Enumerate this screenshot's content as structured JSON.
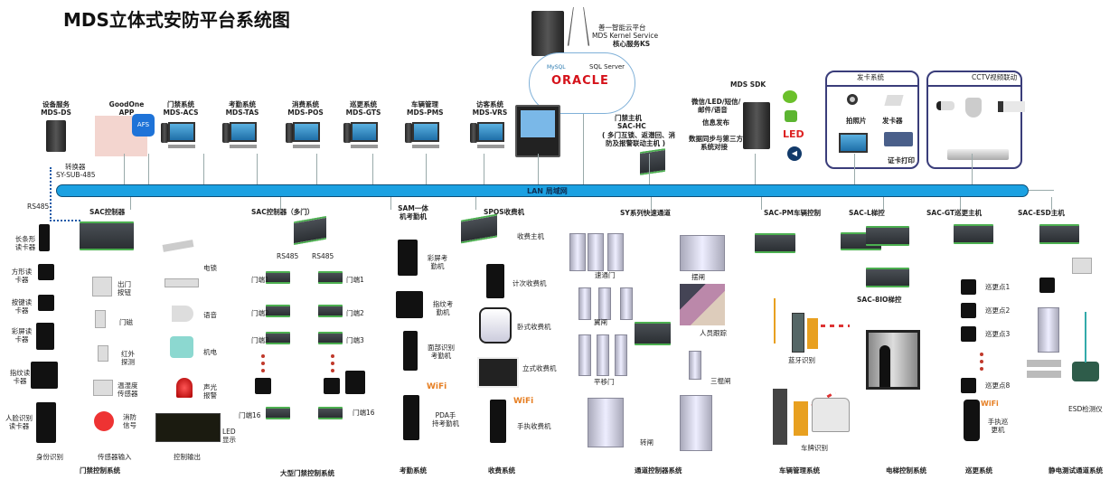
{
  "title": "MDS立体式安防平台系统图",
  "kernel": {
    "l1": "善一智能云平台",
    "l2": "MDS Kernel Service",
    "l3": "核心服务KS",
    "db1": "MySQL",
    "db2": "SQL Server",
    "db3": "ORACLE"
  },
  "top": [
    {
      "a": "设备服务",
      "b": "MDS-DS"
    },
    {
      "a": "GoodOne",
      "b": "APP"
    },
    {
      "a": "门禁系统",
      "b": "MDS-ACS"
    },
    {
      "a": "考勤系统",
      "b": "MDS-TAS"
    },
    {
      "a": "消费系统",
      "b": "MDS-POS"
    },
    {
      "a": "巡更系统",
      "b": "MDS-GTS"
    },
    {
      "a": "车辆管理",
      "b": "MDS-PMS"
    },
    {
      "a": "访客系统",
      "b": "MDS-VRS"
    }
  ],
  "app_badge": "AFS",
  "converter": {
    "a": "转换器",
    "b": "SY-SUB-485"
  },
  "hc": {
    "a": "门禁主机",
    "b": "SAC-HC",
    "c": "( 多门互锁、返潜回、消",
    "d": "防及报警联动主机 )"
  },
  "sdk": {
    "title": "MDS SDK",
    "f1": "微信/LED/短信/",
    "f1b": "邮件/语音",
    "f2": "信息发布",
    "f3": "数据同步与第三方",
    "f3b": "系统对接",
    "led": "LED"
  },
  "card": {
    "title": "发卡系统",
    "photo": "拍照片",
    "issuer": "发卡器",
    "print": "证卡打印"
  },
  "cctv": {
    "title": "CCTV视频联动"
  },
  "lan": "LAN 局域网",
  "rs485": "RS485",
  "acs": {
    "ctrl": "SAC控制器",
    "readers": [
      "长条形读卡器",
      "方形读卡器",
      "按键读卡器",
      "彩屏读卡器",
      "指纹读卡器",
      "人脸识别读卡器"
    ],
    "sensors": [
      "出门按钮",
      "门磁",
      "红外探测",
      "温湿度传感器",
      "消防信号"
    ],
    "outputs": [
      "电锁",
      "语音",
      "机电",
      "声光报警",
      "LED显示"
    ],
    "g1": "身份识别",
    "g2": "传感器输入",
    "g3": "控制输出",
    "system": "门禁控制系统"
  },
  "big": {
    "ctrl": "SAC控制器（多门）",
    "rs1": "RS485",
    "rs2": "RS485",
    "d1": "门端1",
    "d2": "门端2",
    "d3": "门端3",
    "d16": "门端16",
    "system": "大型门禁控制系统"
  },
  "tas": {
    "title": "SAM一体机考勤机",
    "items": [
      "彩屏考勤机",
      "指纹考勤机",
      "面部识别考勤机",
      "PDA手持考勤机"
    ],
    "wifi": "WiFi",
    "system": "考勤系统"
  },
  "pos": {
    "title": "SPOS收费机",
    "items": [
      "收费主机",
      "计次收费机",
      "卧式收费机",
      "立式收费机",
      "手执收费机"
    ],
    "wifi": "WiFi",
    "system": "收费系统"
  },
  "gate": {
    "title": "SY系列快速通道",
    "items": [
      "速通门",
      "翼闸",
      "平移门",
      "转闸",
      "摆闸",
      "人员跟踪",
      "三棍闸"
    ],
    "system": "通道控制器系统"
  },
  "pm": {
    "title": "SAC-PM车辆控制",
    "bt": "蓝牙识别",
    "plate": "车牌识别",
    "system": "车辆管理系统"
  },
  "lift": {
    "title": "SAC-L梯控",
    "sub": "SAC-8IO梯控",
    "system": "电梯控制系统"
  },
  "gt": {
    "title": "SAC-GT巡更主机",
    "p1": "巡更点1",
    "p2": "巡更点2",
    "p3": "巡更点3",
    "p8": "巡更点8",
    "hand": "手执巡更机",
    "wifi": "WiFi",
    "system": "巡更系统"
  },
  "esd": {
    "title": "SAC-ESD主机",
    "meter": "ESD检测仪",
    "system": "静电测试通道系统"
  }
}
